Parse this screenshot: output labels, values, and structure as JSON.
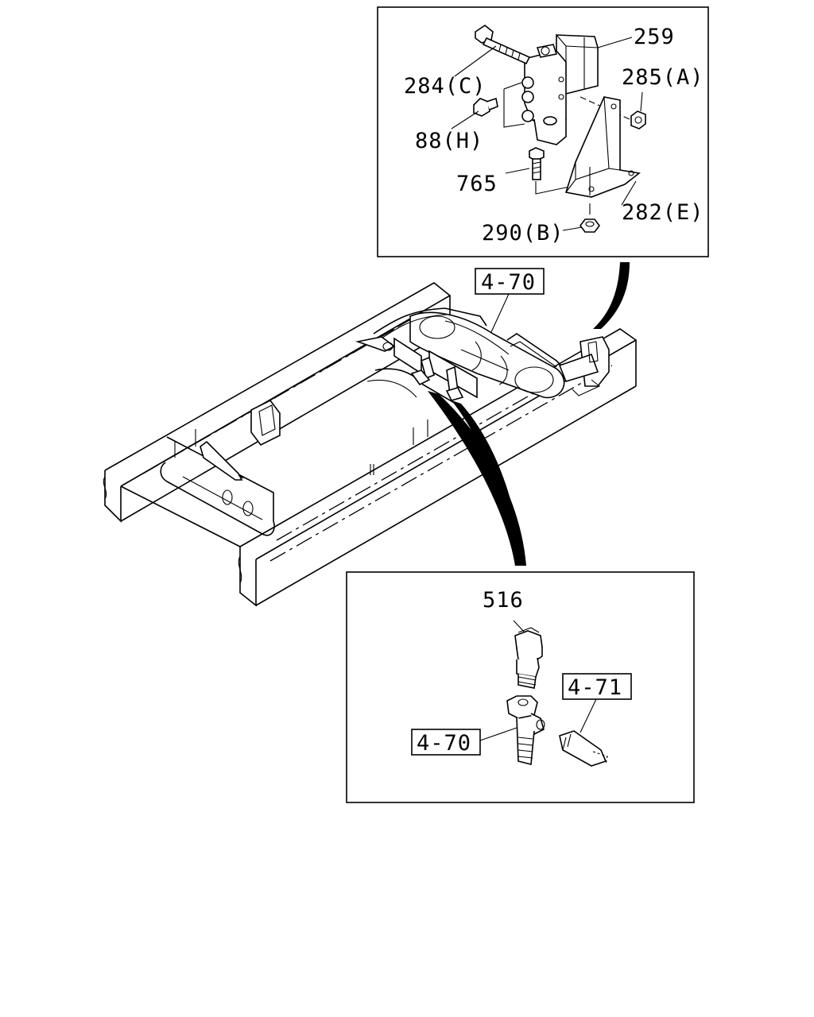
{
  "labels": {
    "p259": "259",
    "p284c": "284(C)",
    "p285a": "285(A)",
    "p88h": "88(H)",
    "p765": "765",
    "p282e": "282(E)",
    "p290b": "290(B)",
    "ref_main": "4-70",
    "p516": "516",
    "ref_471": "4-71",
    "ref_470_lower": "4-70"
  }
}
